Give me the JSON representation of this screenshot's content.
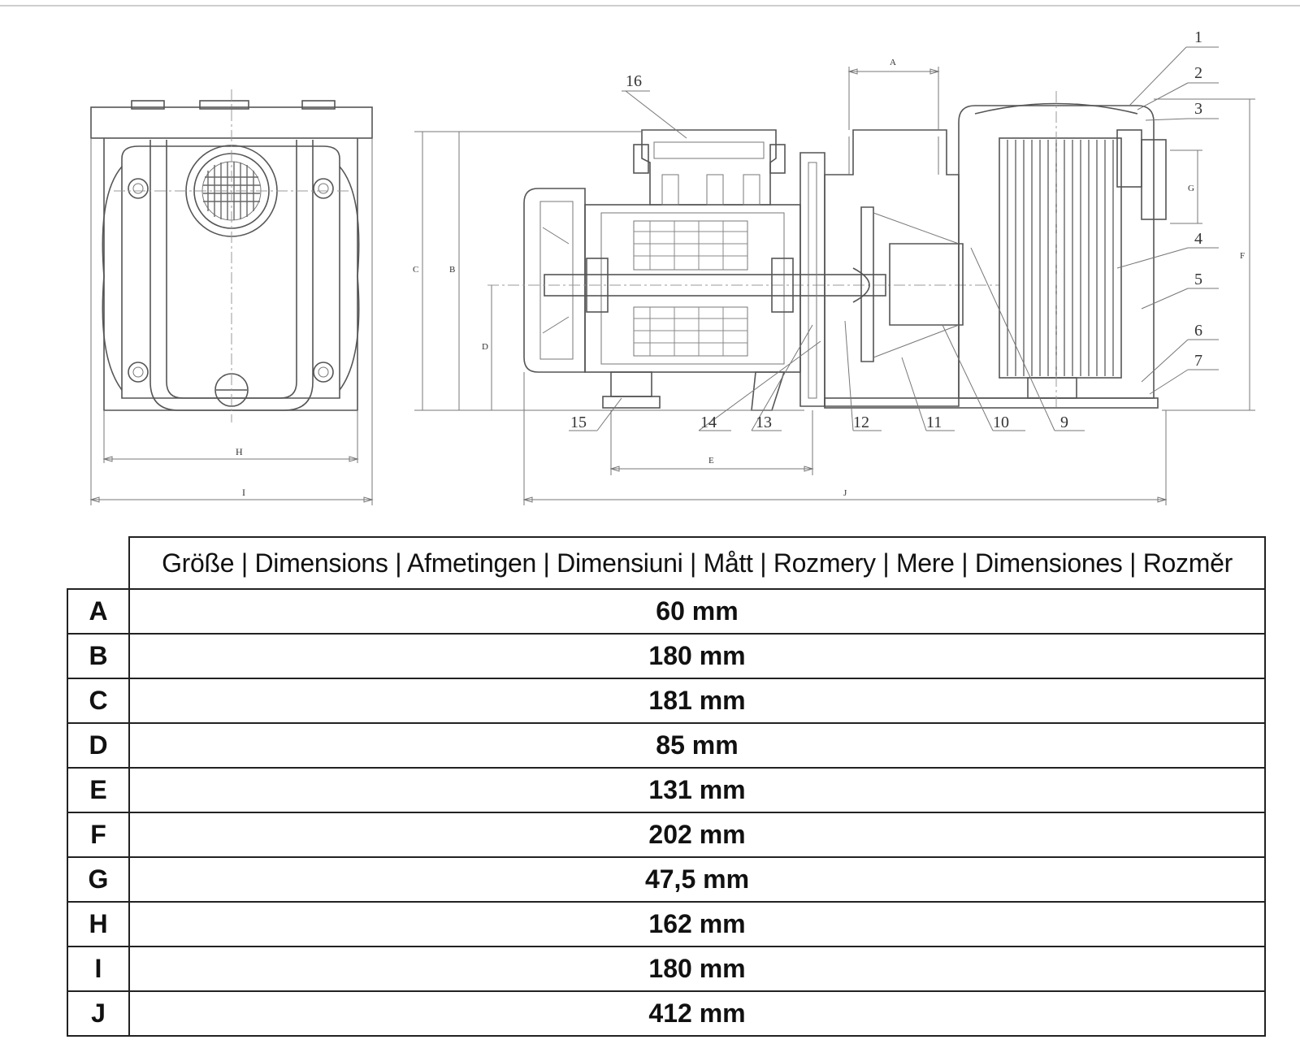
{
  "diagram": {
    "part_numbers": [
      "1",
      "2",
      "3",
      "4",
      "5",
      "6",
      "7",
      "9",
      "10",
      "11",
      "12",
      "13",
      "14",
      "15",
      "16"
    ],
    "dimension_marks": {
      "A": "A",
      "B": "B",
      "C": "C",
      "D": "D",
      "E": "E",
      "F": "F",
      "G": "G",
      "H": "H",
      "I": "I",
      "J": "J"
    }
  },
  "table": {
    "header": "Größe | Dimensions | Afmetingen | Dimensiuni | Mått | Rozmery | Mere | Dimensiones | Rozměr",
    "rows": [
      {
        "letter": "A",
        "value": "60 mm"
      },
      {
        "letter": "B",
        "value": "180 mm"
      },
      {
        "letter": "C",
        "value": "181 mm"
      },
      {
        "letter": "D",
        "value": "85 mm"
      },
      {
        "letter": "E",
        "value": "131 mm"
      },
      {
        "letter": "F",
        "value": "202 mm"
      },
      {
        "letter": "G",
        "value": "47,5 mm"
      },
      {
        "letter": "H",
        "value": "162 mm"
      },
      {
        "letter": "I",
        "value": "180 mm"
      },
      {
        "letter": "J",
        "value": "412 mm"
      }
    ]
  },
  "colors": {
    "line": "#555555",
    "text": "#111111",
    "border": "#222222"
  }
}
